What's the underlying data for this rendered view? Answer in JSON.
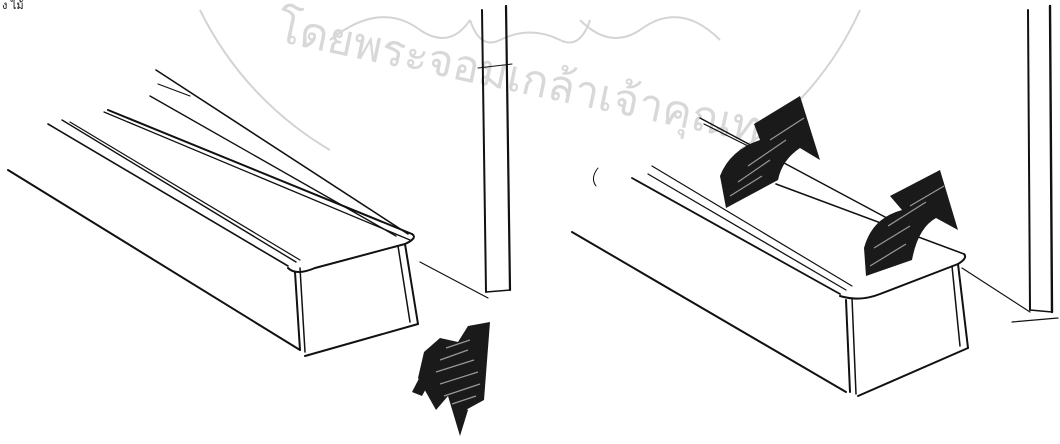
{
  "corner_label": "ง ไม้",
  "watermark": {
    "text": "โดยพระจอมเกล้าเจ้าคุณทห",
    "color": "#d4d4d4"
  },
  "colors": {
    "ink": "#111111",
    "arrow_fill": "#1a1a1a",
    "background": "#ffffff"
  },
  "figures": [
    {
      "panel": "left",
      "arrow_direction": "down-left"
    },
    {
      "panel": "right",
      "arrow_direction": "up-right"
    }
  ]
}
